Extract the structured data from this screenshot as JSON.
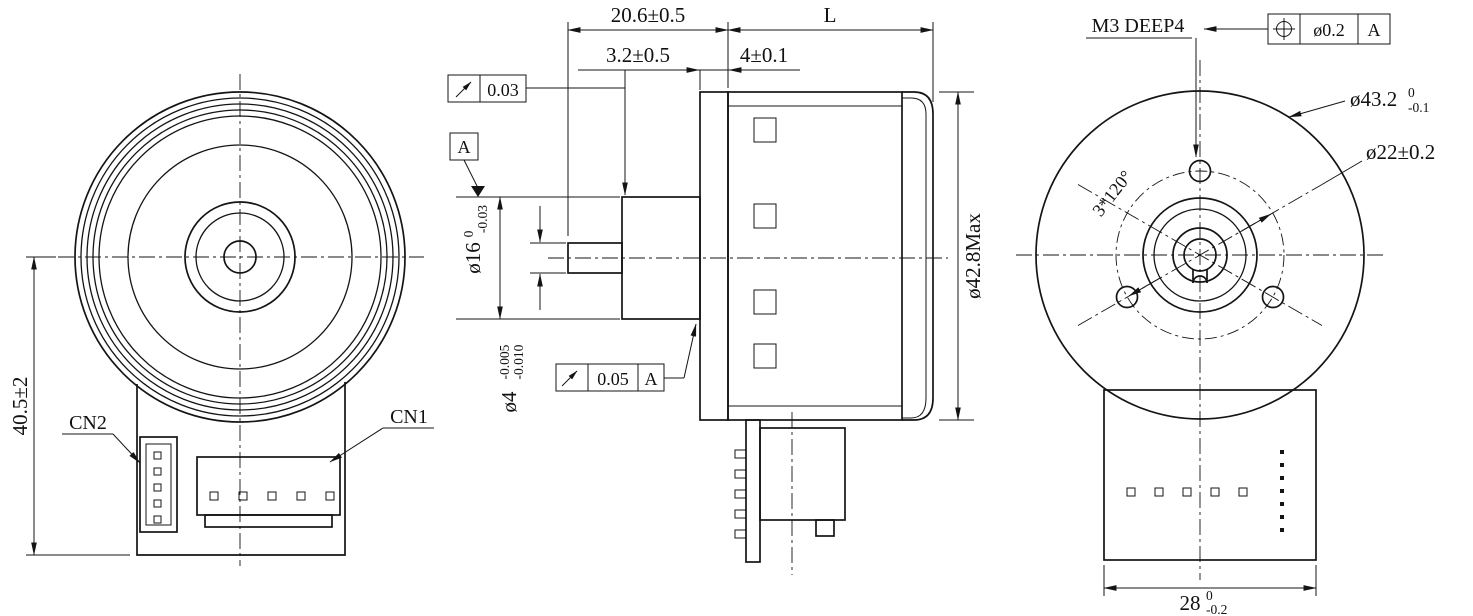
{
  "drawing": {
    "front": {
      "cn2_label": "CN2",
      "cn1_label": "CN1",
      "height_dim": "40.5±2"
    },
    "side": {
      "shaft_length_dim": "20.6±0.5",
      "body_length_dim": "L",
      "boss_length_dim": "3.2±0.5",
      "flange_thickness_dim": "4±0.1",
      "runout_front": {
        "icon": "circular-runout-arrow",
        "value": "0.03"
      },
      "datum_label": "A",
      "boss_dia": {
        "main": "ø16",
        "upper": "0",
        "lower": "-0.03"
      },
      "shaft_dia": {
        "main": "ø4",
        "upper": "-0.005",
        "lower": "-0.010"
      },
      "runout_rear": {
        "icon": "circular-runout-arrow",
        "value": "0.05",
        "datum": "A"
      },
      "body_dia": "ø42.8Max"
    },
    "rear": {
      "thread_callout": "M3 DEEP4",
      "position_frame": {
        "icon": "true-position-symbol",
        "value": "ø0.2",
        "datum": "A"
      },
      "outer_dia": {
        "main": "ø43.2",
        "upper": "0",
        "lower": "-0.1"
      },
      "bolt_circle_dia": "ø22±0.2",
      "hole_pattern": "3*120°",
      "width_dim": {
        "main": "28",
        "upper": "0",
        "lower": "-0.2"
      }
    }
  }
}
